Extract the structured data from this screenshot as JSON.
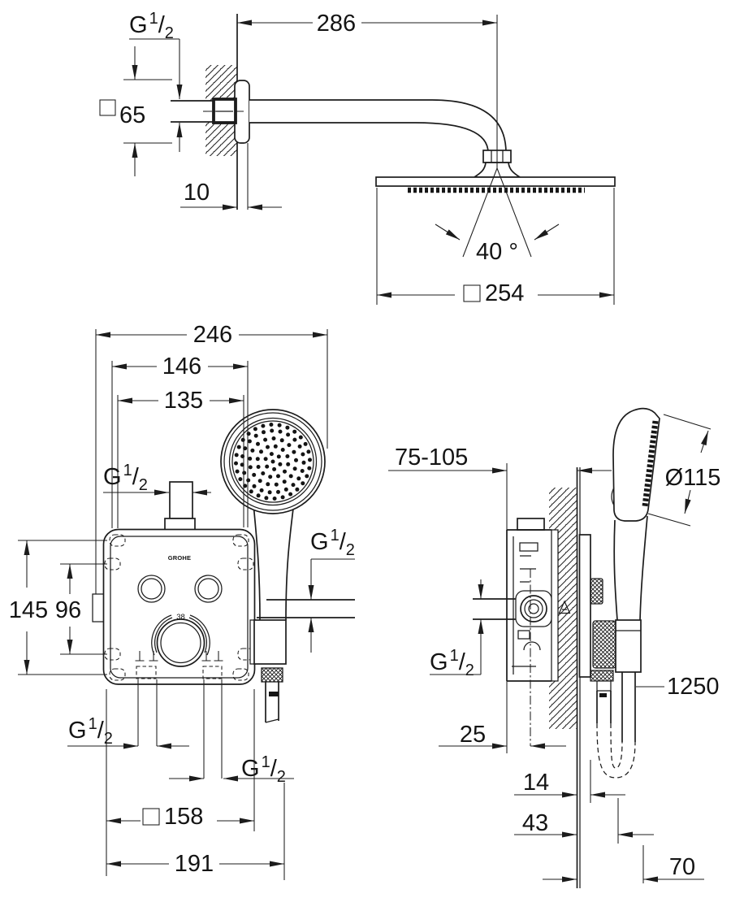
{
  "brand": "GROHE",
  "thread": {
    "g": "G",
    "numerator": "1",
    "slash": "/",
    "denominator": "2"
  },
  "top_view": {
    "arm_length": "286",
    "escutcheon_size": "65",
    "escutcheon_depth": "10",
    "spray_angle": "40 °",
    "head_size": "254"
  },
  "front_view": {
    "overall_width": "246",
    "width_outer_ports": "146",
    "width_inner_ports": "135",
    "screw_span_vertical": "145",
    "screw_span_inner": "96",
    "temperature_stop": "38",
    "plate_size": "158",
    "overall_width_bottom": "191"
  },
  "side_view": {
    "install_depth_range": "75-105",
    "hand_shower_diameter": "Ø115",
    "hose_length": "1250",
    "depth_to_center": "25",
    "plate_protrusion": "14",
    "depth_43": "43",
    "depth_70": "70"
  }
}
